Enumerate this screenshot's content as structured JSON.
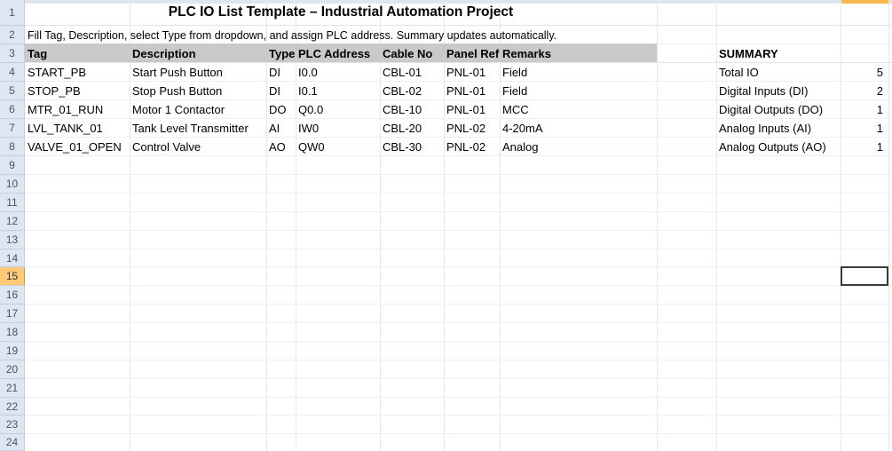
{
  "document": {
    "title_row": "PLC IO List Template – Industrial Automation Project",
    "subtitle_row": "Fill Tag, Description, select Type from dropdown, and assign PLC address. Summary updates automatically."
  },
  "row_headers": [
    "1",
    "2",
    "3",
    "4",
    "5",
    "6",
    "7",
    "8",
    "9",
    "10",
    "11",
    "12",
    "13",
    "14",
    "15",
    "16",
    "17",
    "18",
    "19",
    "20",
    "21",
    "22",
    "23",
    "24"
  ],
  "selected_row_header": "15",
  "table": {
    "columns": [
      "Tag",
      "Description",
      "Type",
      "PLC Address",
      "Cable No",
      "Panel Ref",
      "Remarks"
    ],
    "rows": [
      {
        "tag": "START_PB",
        "description": "Start Push Button",
        "type": "DI",
        "plc_address": "I0.0",
        "cable_no": "CBL-01",
        "panel_ref": "PNL-01",
        "remarks": "Field"
      },
      {
        "tag": "STOP_PB",
        "description": "Stop Push Button",
        "type": "DI",
        "plc_address": "I0.1",
        "cable_no": "CBL-02",
        "panel_ref": "PNL-01",
        "remarks": "Field"
      },
      {
        "tag": "MTR_01_RUN",
        "description": "Motor 1 Contactor",
        "type": "DO",
        "plc_address": "Q0.0",
        "cable_no": "CBL-10",
        "panel_ref": "PNL-01",
        "remarks": "MCC"
      },
      {
        "tag": "LVL_TANK_01",
        "description": "Tank Level Transmitter",
        "type": "AI",
        "plc_address": "IW0",
        "cable_no": "CBL-20",
        "panel_ref": "PNL-02",
        "remarks": "4-20mA"
      },
      {
        "tag": "VALVE_01_OPEN",
        "description": "Control Valve",
        "type": "AO",
        "plc_address": "QW0",
        "cable_no": "CBL-30",
        "panel_ref": "PNL-02",
        "remarks": "Analog"
      }
    ]
  },
  "summary": {
    "heading": "SUMMARY",
    "items": [
      {
        "label": "Total IO",
        "value": "5"
      },
      {
        "label": "Digital Inputs (DI)",
        "value": "2"
      },
      {
        "label": "Digital Outputs (DO)",
        "value": "1"
      },
      {
        "label": "Analog Inputs (AI)",
        "value": "1"
      },
      {
        "label": "Analog Outputs (AO)",
        "value": "1"
      }
    ]
  },
  "colors": {
    "header_band": "#c9c9c9",
    "row_gutter": "#dee6f1",
    "selection_orange": "#f7b84b",
    "gridline": "#e4e8f0"
  }
}
